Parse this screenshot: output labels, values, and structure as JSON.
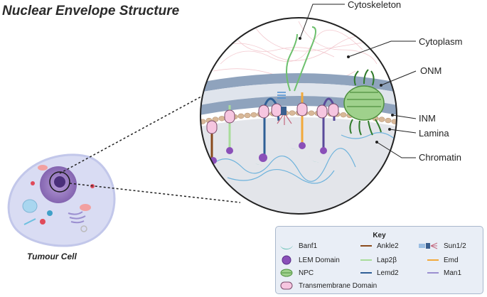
{
  "title": "Nuclear Envelope Structure",
  "callouts": {
    "cytoskeleton": "Cytoskeleton",
    "cytoplasm": "Cytoplasm",
    "onm": "ONM",
    "inm": "INM",
    "lamina": "Lamina",
    "chromatin": "Chromatin"
  },
  "tumour_label": "Tumour Cell",
  "key": {
    "title": "Key",
    "items": [
      {
        "label": "Banf1",
        "icon": "banf1-icon",
        "color": "#5fbfb0"
      },
      {
        "label": "LEM Domain",
        "icon": "lem-domain-icon",
        "color": "#8a4fb8"
      },
      {
        "label": "NPC",
        "icon": "npc-icon",
        "color": "#5aa54a"
      },
      {
        "label": "Transmembrane Domain",
        "icon": "transmembrane-domain-icon",
        "color": "#f6c6e0"
      },
      {
        "label": "Ankle2",
        "icon": "ankle2-line-icon",
        "color": "#8a4a1c"
      },
      {
        "label": "Lap2β",
        "icon": "lap2b-line-icon",
        "color": "#a8dc9a"
      },
      {
        "label": "Lemd2",
        "icon": "lemd2-line-icon",
        "color": "#2f5f96"
      },
      {
        "label": "Sun1/2",
        "icon": "sun12-icon",
        "color": "#4d8fd0"
      },
      {
        "label": "Emd",
        "icon": "emd-line-icon",
        "color": "#f2a93b"
      },
      {
        "label": "Man1",
        "icon": "man1-line-icon",
        "color": "#9b8fd0"
      }
    ]
  },
  "colors": {
    "onm": "#8fa3bd",
    "inm": "#8fa3bd",
    "lamina": "#d8b898",
    "cytoplasm": "#ffffff",
    "nucleus": "#e3e5ea",
    "npc": "#5aa54a",
    "cell": "#d8dbf2"
  }
}
